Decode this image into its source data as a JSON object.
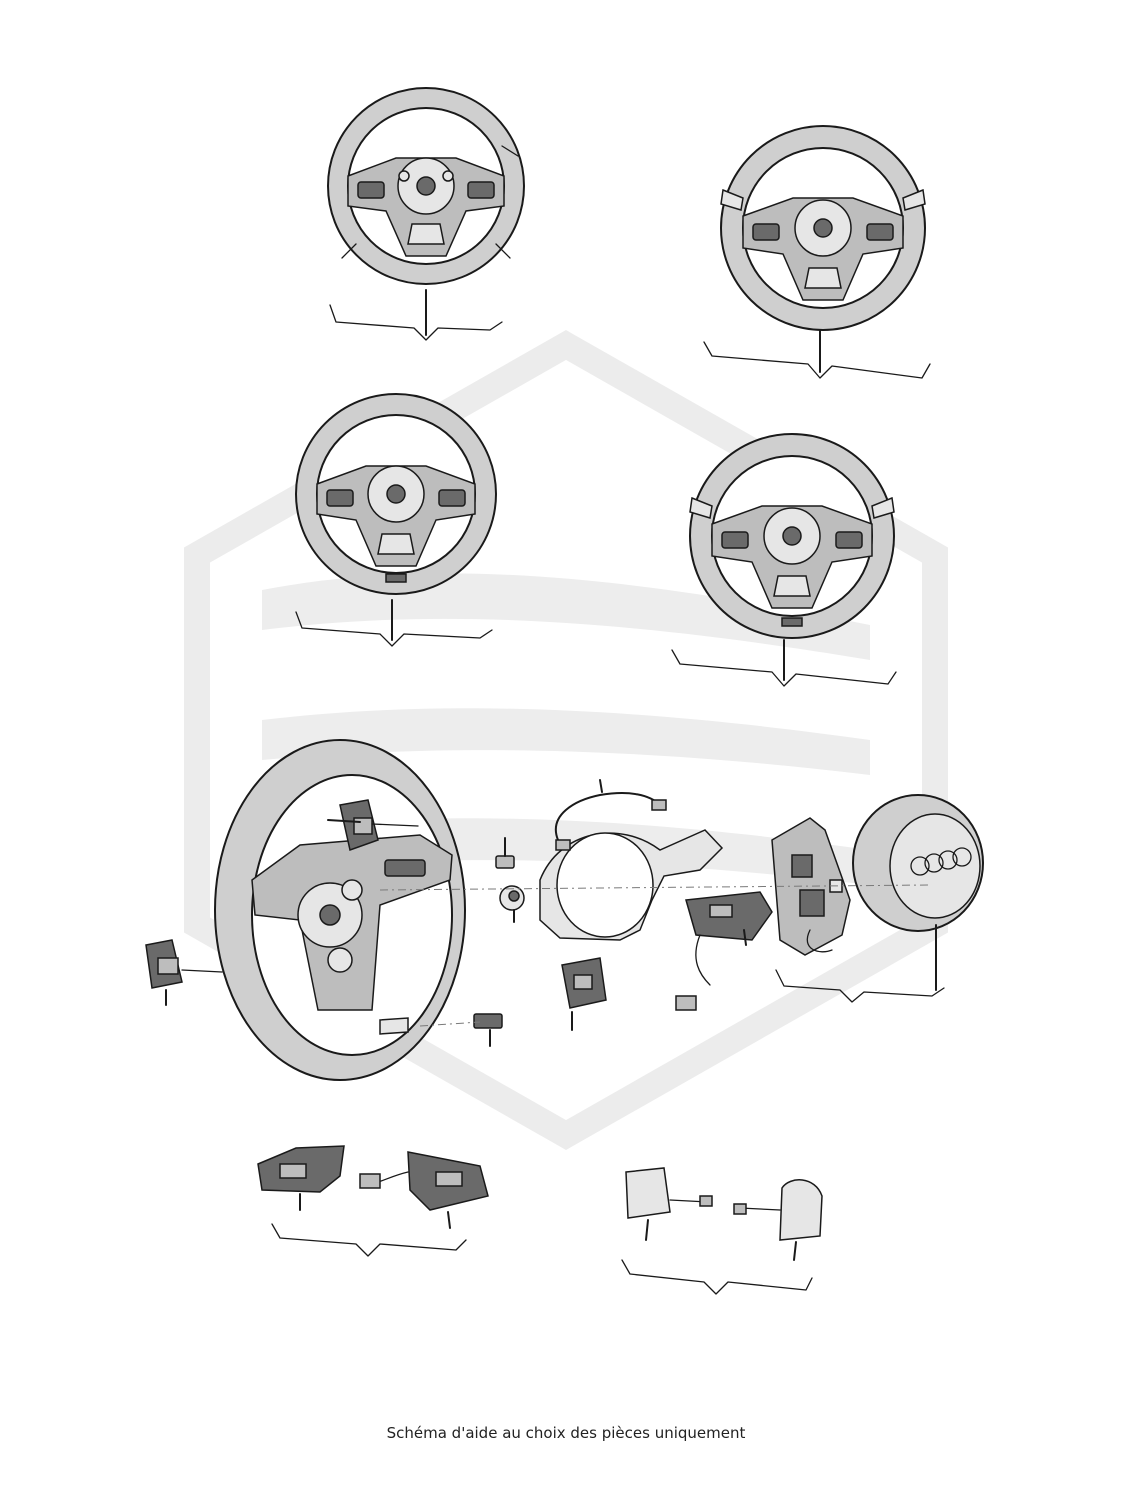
{
  "caption": "Schéma d'aide au choix des pièces uniquement",
  "colors": {
    "outline": "#1a1a1a",
    "part_fill": "#cfcfcf",
    "watermark": "#ececec"
  },
  "icons": [
    "watermark-logo",
    "steering-wheel",
    "airbag-module",
    "button-module",
    "paddle-shifter",
    "wiring-harness",
    "trim-cover",
    "bolt",
    "rivet"
  ]
}
